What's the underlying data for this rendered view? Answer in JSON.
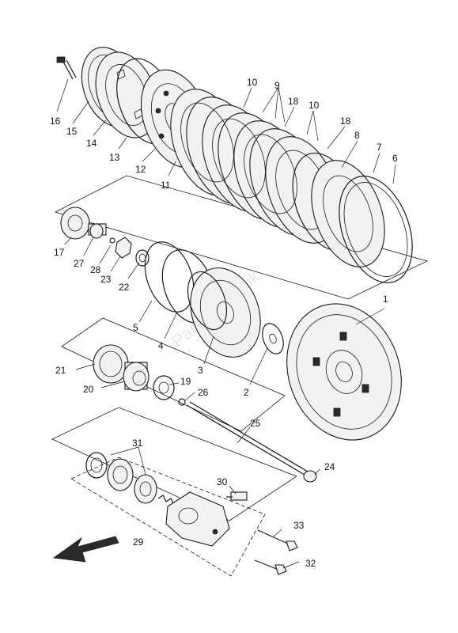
{
  "watermark": "PartsRepublik",
  "callouts": [
    {
      "id": "c1",
      "text": "1"
    },
    {
      "id": "c2",
      "text": "2"
    },
    {
      "id": "c3",
      "text": "3"
    },
    {
      "id": "c4",
      "text": "4"
    },
    {
      "id": "c5",
      "text": "5"
    },
    {
      "id": "c6",
      "text": "6"
    },
    {
      "id": "c7",
      "text": "7"
    },
    {
      "id": "c8",
      "text": "8"
    },
    {
      "id": "c9",
      "text": "9"
    },
    {
      "id": "c10a",
      "text": "10"
    },
    {
      "id": "c10b",
      "text": "10"
    },
    {
      "id": "c11",
      "text": "11"
    },
    {
      "id": "c12",
      "text": "12"
    },
    {
      "id": "c13",
      "text": "13"
    },
    {
      "id": "c14",
      "text": "14"
    },
    {
      "id": "c15",
      "text": "15"
    },
    {
      "id": "c16",
      "text": "16"
    },
    {
      "id": "c17",
      "text": "17"
    },
    {
      "id": "c18a",
      "text": "18"
    },
    {
      "id": "c18b",
      "text": "18"
    },
    {
      "id": "c19",
      "text": "19"
    },
    {
      "id": "c20",
      "text": "20"
    },
    {
      "id": "c21",
      "text": "21"
    },
    {
      "id": "c22",
      "text": "22"
    },
    {
      "id": "c23",
      "text": "23"
    },
    {
      "id": "c24",
      "text": "24"
    },
    {
      "id": "c25",
      "text": "25"
    },
    {
      "id": "c26",
      "text": "26"
    },
    {
      "id": "c27",
      "text": "27"
    },
    {
      "id": "c28",
      "text": "28"
    },
    {
      "id": "c29",
      "text": "29"
    },
    {
      "id": "c30",
      "text": "30"
    },
    {
      "id": "c31",
      "text": "31"
    },
    {
      "id": "c32",
      "text": "32"
    },
    {
      "id": "c33",
      "text": "33"
    }
  ]
}
